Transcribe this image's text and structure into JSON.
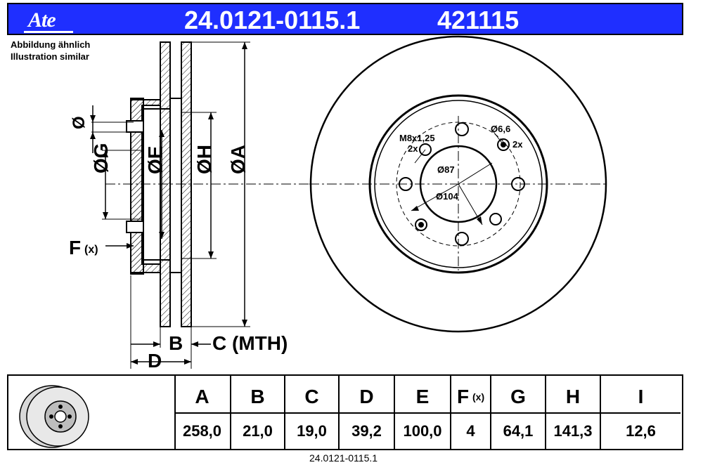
{
  "header": {
    "logo": "Ate",
    "part_number": "24.0121-0115.1",
    "ref_number": "421115",
    "background_color": "#1f2fff"
  },
  "notes": {
    "line1": "Abbildung ähnlich",
    "line2": "Illustration similar"
  },
  "side_view": {
    "label_phi": "Ø",
    "label_g": "ØG",
    "label_e": "ØE",
    "label_h": "ØH",
    "label_a": "ØA",
    "label_f": "F",
    "label_f_sub": "(x)",
    "label_b": "B",
    "label_c": "C (MTH)",
    "label_d": "D"
  },
  "front_view": {
    "label_thread": "M8x1,25",
    "label_thread_count": "2x",
    "label_hole": "Ø6,6",
    "label_hole_count": "2x",
    "label_center": "Ø87",
    "label_pcd": "Ø104"
  },
  "table": {
    "columns": [
      {
        "header": "A",
        "value": "258,0"
      },
      {
        "header": "B",
        "value": "21,0"
      },
      {
        "header": "C",
        "value": "19,0"
      },
      {
        "header": "D",
        "value": "39,2"
      },
      {
        "header": "E",
        "value": "100,0"
      },
      {
        "header": "F",
        "header_sub": "(x)",
        "value": "4"
      },
      {
        "header": "G",
        "value": "64,1"
      },
      {
        "header": "H",
        "value": "141,3"
      },
      {
        "header": "I",
        "value": "12,6"
      }
    ]
  },
  "footer": {
    "part_number": "24.0121-0115.1"
  }
}
